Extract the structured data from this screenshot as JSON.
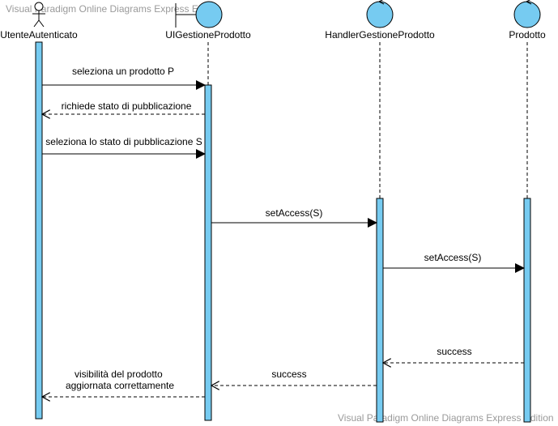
{
  "watermark": {
    "top": "Visual Paradigm Online Diagrams Express Edition",
    "bottom": "Visual Paradigm Online Diagrams Express Edition"
  },
  "colors": {
    "activation_fill": "#76CBF1",
    "stroke": "#000000",
    "watermark_text": "#9a9a9a"
  },
  "lifelines": [
    {
      "id": "user",
      "name": "UtenteAutenticato",
      "kind": "actor"
    },
    {
      "id": "ui",
      "name": "UIGestioneProdotto",
      "kind": "boundary"
    },
    {
      "id": "handler",
      "name": "HandlerGestioneProdotto",
      "kind": "control"
    },
    {
      "id": "product",
      "name": "Prodotto",
      "kind": "entity"
    }
  ],
  "messages": [
    {
      "from": "user",
      "to": "ui",
      "label": "seleziona un prodotto P",
      "type": "sync"
    },
    {
      "from": "ui",
      "to": "user",
      "label": "richiede stato di pubblicazione",
      "type": "return"
    },
    {
      "from": "user",
      "to": "ui",
      "label": "seleziona lo stato di pubblicazione S",
      "type": "sync"
    },
    {
      "from": "ui",
      "to": "handler",
      "label": "setAccess(S)",
      "type": "sync"
    },
    {
      "from": "handler",
      "to": "product",
      "label": "setAccess(S)",
      "type": "sync"
    },
    {
      "from": "product",
      "to": "handler",
      "label": "success",
      "type": "return"
    },
    {
      "from": "handler",
      "to": "ui",
      "label": "success",
      "type": "return"
    },
    {
      "from": "ui",
      "to": "user",
      "label": "visibilità del prodotto\naggiornata correttamente",
      "type": "return"
    }
  ]
}
